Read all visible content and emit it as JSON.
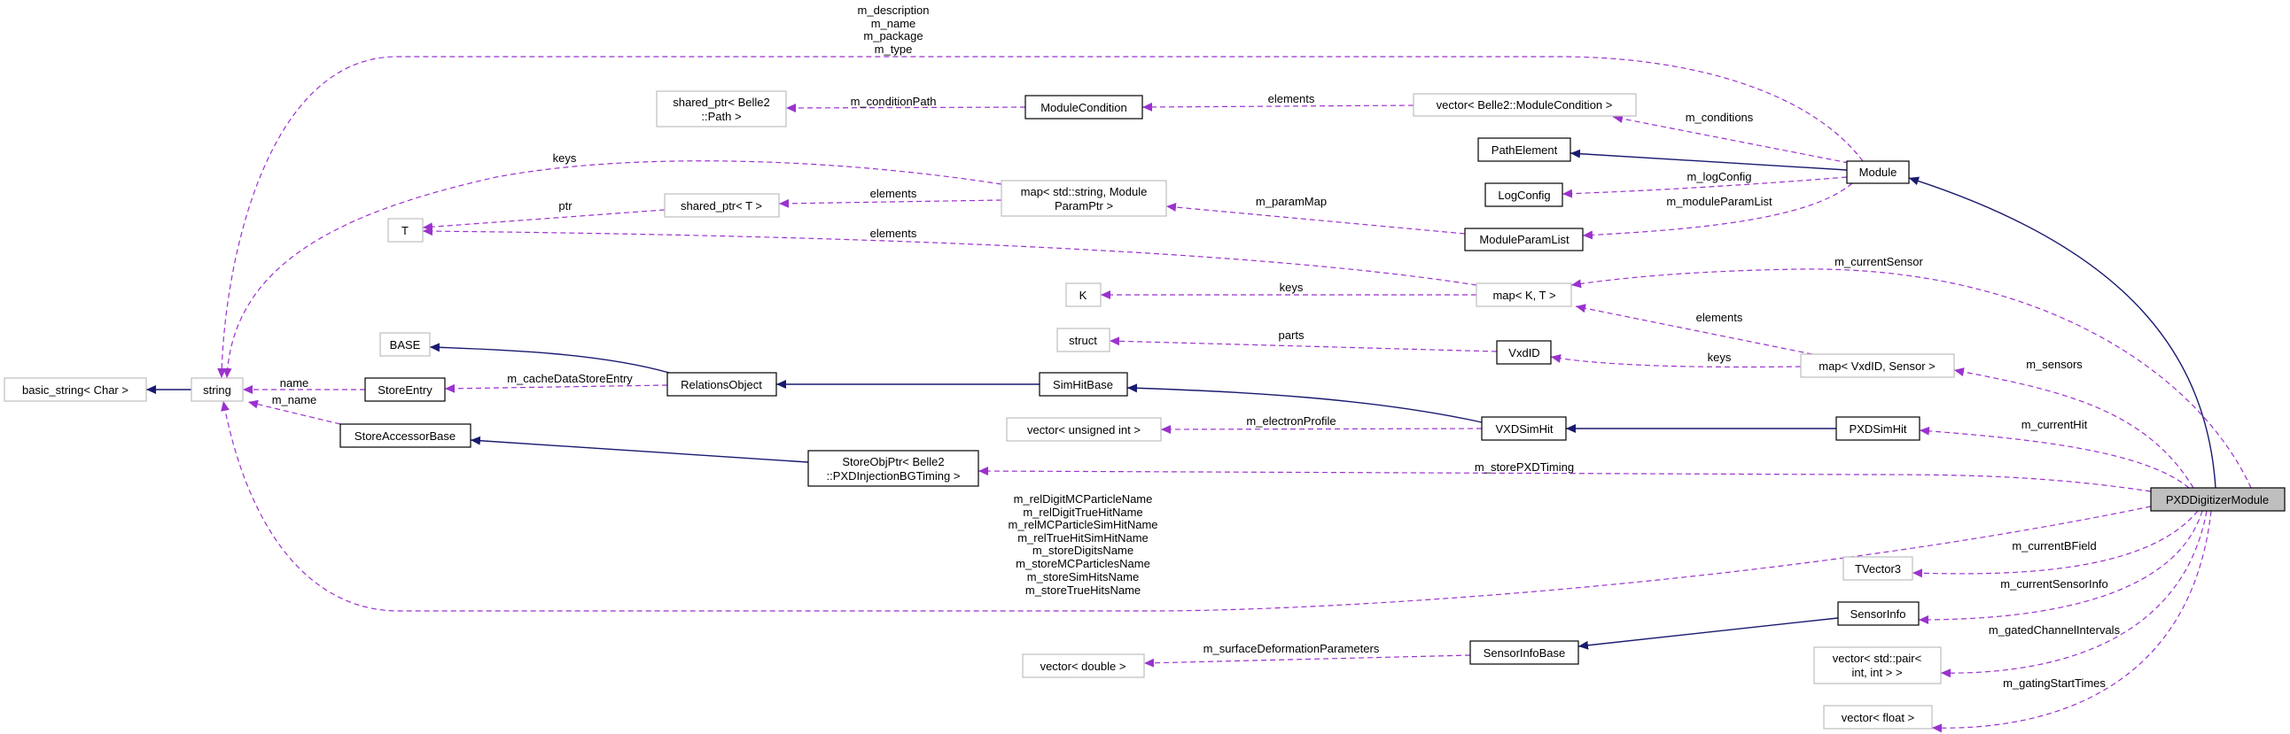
{
  "title": "PXDDigitizerModule collaboration graph",
  "colors": {
    "usage_edge": "#9a32cd",
    "inheritance_edge": "#191970",
    "focus_node_fill": "#bfbfbf"
  },
  "nodes": {
    "shared_ptr_path": [
      "shared_ptr< Belle2",
      "::Path >"
    ],
    "module_condition": "ModuleCondition",
    "vector_module_condition": "vector< Belle2::ModuleCondition >",
    "path_element": "PathElement",
    "module": "Module",
    "log_config": "LogConfig",
    "module_param_list": "ModuleParamList",
    "map_string_param": [
      "map< std::string, Module",
      "ParamPtr >"
    ],
    "shared_ptr_t": "shared_ptr< T >",
    "t": "T",
    "k": "K",
    "map_k_t": "map< K, T >",
    "struct": "struct",
    "vxd_id": "VxdID",
    "map_vxdid_sensor": "map< VxdID, Sensor >",
    "base": "BASE",
    "basic_string": "basic_string< Char >",
    "string": "string",
    "store_entry": "StoreEntry",
    "relations_object": "RelationsObject",
    "sim_hit_base": "SimHitBase",
    "store_accessor_base": "StoreAccessorBase",
    "vector_unsigned_int": "vector< unsigned int >",
    "vxd_sim_hit": "VXDSimHit",
    "pxd_sim_hit": "PXDSimHit",
    "store_obj_ptr": [
      "StoreObjPtr< Belle2",
      "::PXDInjectionBGTiming >"
    ],
    "pxd_digitizer_module": "PXDDigitizerModule",
    "tvector3": "TVector3",
    "sensor_info": "SensorInfo",
    "sensor_info_base": "SensorInfoBase",
    "vector_double": "vector< double >",
    "vector_pair": [
      "vector< std::pair<",
      "int, int > >"
    ],
    "vector_float": "vector< float >"
  },
  "edges": {
    "module_string": [
      "m_description",
      "m_name",
      "m_package",
      "m_type"
    ],
    "vmc_elements": "elements",
    "m_condition_path": "m_conditionPath",
    "m_conditions": "m_conditions",
    "m_log_config": "m_logConfig",
    "m_module_param_list": "m_moduleParamList",
    "m_param_map": "m_paramMap",
    "map_param_elements": "elements",
    "map_param_keys": "keys",
    "ptr": "ptr",
    "map_kt_elements": "elements",
    "map_kt_keys": "keys",
    "parts": "parts",
    "map_vxd_elements": "elements",
    "map_vxd_keys": "keys",
    "m_current_sensor": "m_currentSensor",
    "m_sensors": "m_sensors",
    "m_current_hit": "m_currentHit",
    "m_store_pxd_timing": "m_storePXDTiming",
    "digitizer_string": [
      "m_relDigitMCParticleName",
      "m_relDigitTrueHitName",
      "m_relMCParticleSimHitName",
      "m_relTrueHitSimHitName",
      "m_storeDigitsName",
      "m_storeMCParticlesName",
      "m_storeSimHitsName",
      "m_storeTrueHitsName"
    ],
    "m_current_bfield": "m_currentBField",
    "m_current_sensor_info": "m_currentSensorInfo",
    "m_gated_channel_intervals": "m_gatedChannelIntervals",
    "m_gating_start_times": "m_gatingStartTimes",
    "m_surface_deformation_parameters": "m_surfaceDeformationParameters",
    "name": "name",
    "m_name": "m_name",
    "m_cache_data_store_entry": "m_cacheDataStoreEntry",
    "m_electron_profile": "m_electronProfile"
  }
}
